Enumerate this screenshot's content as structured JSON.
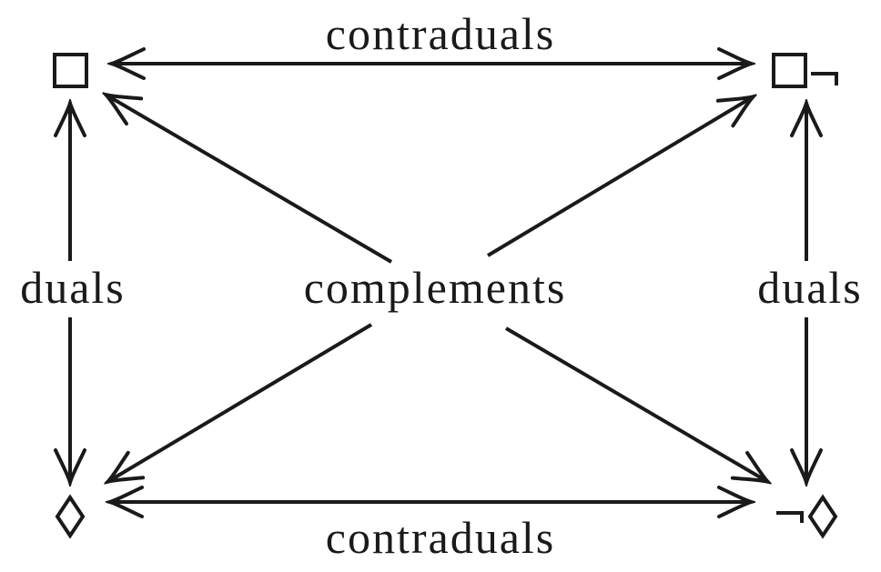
{
  "figure": {
    "description": "Modal logic duality square diagram",
    "colors": {
      "ink": "#1a1a1a",
      "background": "#ffffff"
    },
    "nodes": {
      "top_left": {
        "symbol": "□"
      },
      "top_right": {
        "symbol": "□¬"
      },
      "bottom_left": {
        "symbol": "◇"
      },
      "bottom_right": {
        "symbol": "¬◇"
      }
    },
    "labels": {
      "contraduals_top": "contraduals",
      "contraduals_bottom": "contraduals",
      "duals_left": "duals",
      "duals_right": "duals",
      "complements": "complements"
    },
    "relations": [
      {
        "between": [
          "□",
          "□¬"
        ],
        "label": "contraduals",
        "arrow": "double-headed"
      },
      {
        "between": [
          "◇",
          "¬◇"
        ],
        "label": "contraduals",
        "arrow": "double-headed"
      },
      {
        "between": [
          "□",
          "◇"
        ],
        "label": "duals",
        "arrow": "double-headed"
      },
      {
        "between": [
          "□¬",
          "¬◇"
        ],
        "label": "duals",
        "arrow": "double-headed"
      },
      {
        "between": [
          "□",
          "¬◇"
        ],
        "label": "complements",
        "arrow": "double-headed"
      },
      {
        "between": [
          "◇",
          "□¬"
        ],
        "label": "complements",
        "arrow": "double-headed"
      }
    ]
  }
}
